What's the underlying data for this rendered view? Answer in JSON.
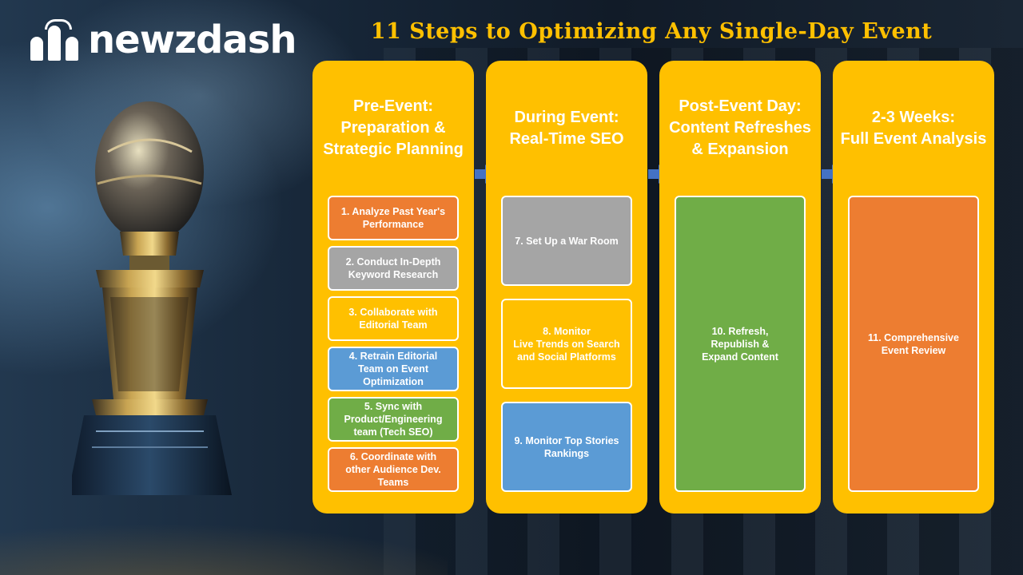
{
  "logo": {
    "text": "newzdash"
  },
  "title": "11 Steps to Optimizing Any Single-Day Event",
  "colors": {
    "accent": "#ffc000",
    "orange": "#ed7d31",
    "gray": "#a5a5a5",
    "blue": "#5b9bd5",
    "green": "#70ad47",
    "arrow": "#4472c4"
  },
  "columns": [
    {
      "heading": "Pre-Event:\nPreparation &\nStrategic Planning",
      "steps": [
        {
          "label": "1. Analyze Past Year's\nPerformance",
          "color": "orange"
        },
        {
          "label": "2. Conduct In-Depth\nKeyword Research",
          "color": "gray"
        },
        {
          "label": "3. Collaborate with\nEditorial Team",
          "color": "gold"
        },
        {
          "label": "4. Retrain Editorial\nTeam on Event\nOptimization",
          "color": "blue"
        },
        {
          "label": "5. Sync with\nProduct/Engineering\nteam (Tech SEO)",
          "color": "green"
        },
        {
          "label": "6. Coordinate with\nother Audience Dev.\nTeams",
          "color": "orange"
        }
      ]
    },
    {
      "heading": "During Event:\nReal-Time SEO",
      "steps": [
        {
          "label": "7. Set Up a War Room",
          "color": "gray"
        },
        {
          "label": "8. Monitor\nLive Trends on Search\nand Social Platforms",
          "color": "gold"
        },
        {
          "label": "9. Monitor Top Stories\nRankings",
          "color": "blue"
        }
      ]
    },
    {
      "heading": "Post-Event Day:\nContent Refreshes\n& Expansion",
      "steps": [
        {
          "label": "10. Refresh,\nRepublish &\nExpand Content",
          "color": "green"
        }
      ]
    },
    {
      "heading": "2-3 Weeks:\nFull Event Analysis",
      "steps": [
        {
          "label": "11. Comprehensive\nEvent Review",
          "color": "orange"
        }
      ]
    }
  ]
}
